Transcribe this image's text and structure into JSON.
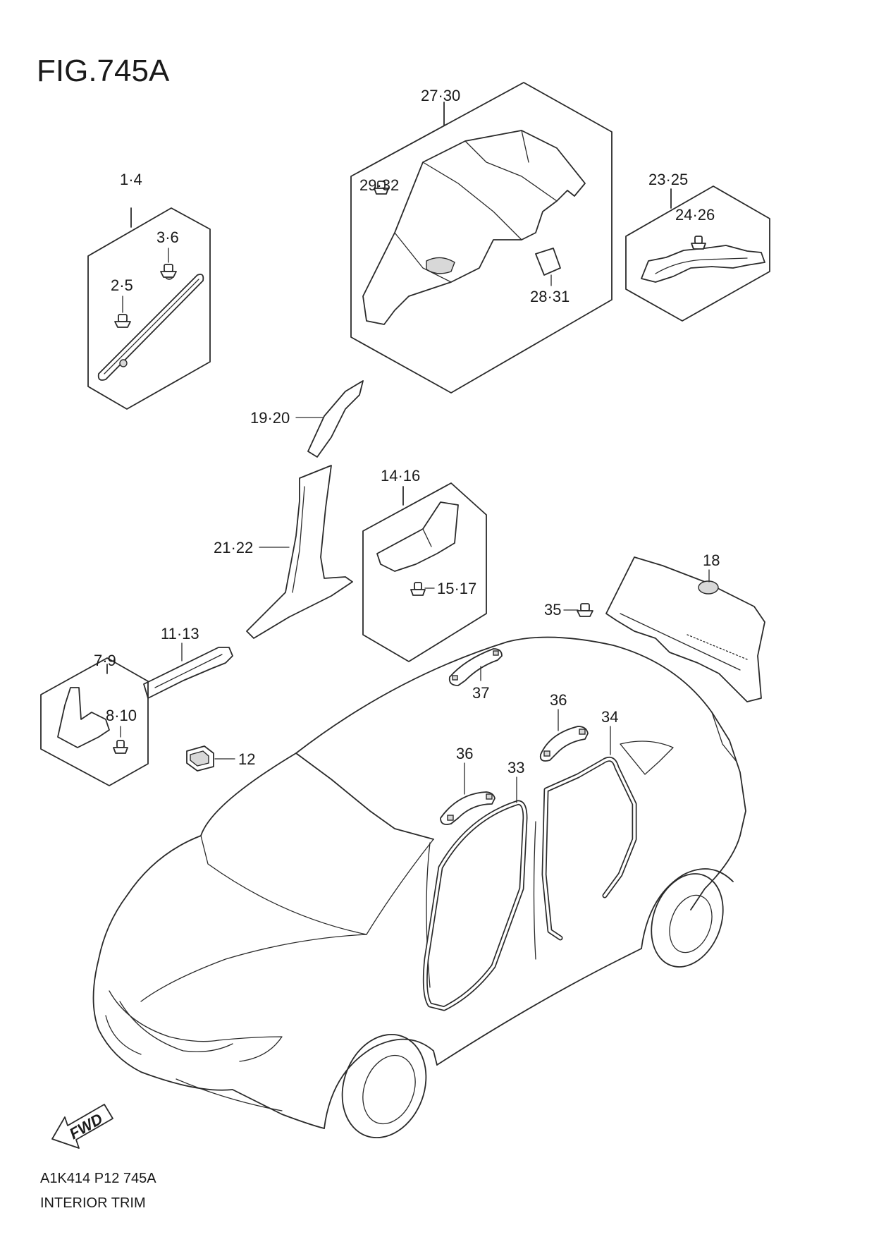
{
  "title": "FIG.745A",
  "footer": {
    "code": "A1K414 P12 745A",
    "caption": "INTERIOR TRIM"
  },
  "direction_arrow": {
    "label": "FWD",
    "icon": "forward-arrow-icon"
  },
  "callouts": {
    "c1_4": "1·4",
    "c3_6": "3·6",
    "c2_5": "2·5",
    "c27_30": "27·30",
    "c29_32": "29·32",
    "c28_31": "28·31",
    "c23_25": "23·25",
    "c24_26": "24·26",
    "c19_20": "19·20",
    "c14_16": "14·16",
    "c21_22": "21·22",
    "c15_17": "15·17",
    "c18": "18",
    "c35": "35",
    "c11_13": "11·13",
    "c7_9": "7·9",
    "c8_10": "8·10",
    "c12": "12",
    "c37": "37",
    "c36a": "36",
    "c36b": "36",
    "c34": "34",
    "c33": "33"
  }
}
